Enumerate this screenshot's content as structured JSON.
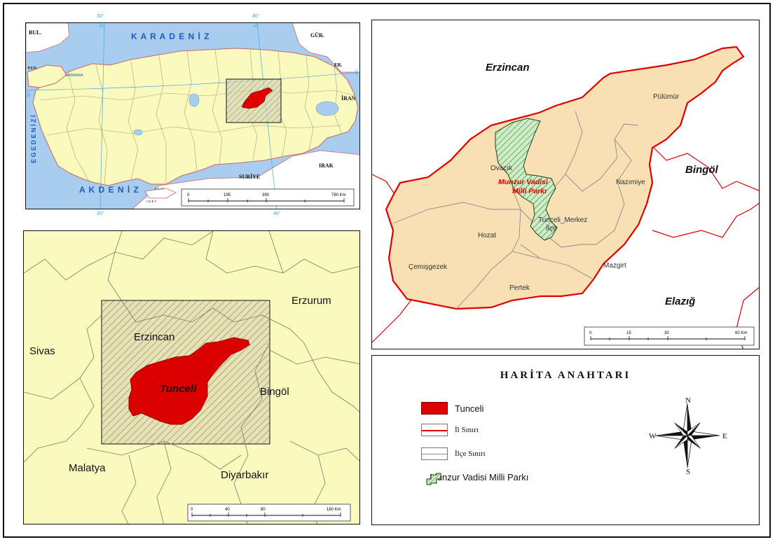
{
  "overview_map": {
    "sea_north": "K A R A D E N İ Z",
    "sea_south": "A K D E N İ Z",
    "sea_west": "E G E  D E N İ Z İ",
    "sea_marmara": "MARMARA",
    "neighbors": {
      "bulgaria": "BUL.",
      "greece": "YUN",
      "georgia": "GÜR.",
      "armenia": "ER.",
      "iran": "İRAN",
      "syria": "SURİYE",
      "iraq": "IRAK",
      "trnc": "K.K.T.C",
      "south_cyprus": "G.K.R.Y"
    },
    "graticule": {
      "lon_30": "30°",
      "lon_40": "40°",
      "lat_40": "40°"
    },
    "scale": {
      "ticks": [
        "0",
        "195",
        "390",
        "780 Km"
      ]
    }
  },
  "regional_map": {
    "provinces": {
      "erzurum": "Erzurum",
      "sivas": "Sivas",
      "erzincan": "Erzincan",
      "bingol": "Bingöl",
      "malatya": "Malatya",
      "diyarbakir": "Diyarbakır",
      "tunceli": "Tunceli"
    },
    "scale": {
      "ticks": [
        "0",
        "40",
        "80",
        "160 Km"
      ]
    }
  },
  "district_map": {
    "neighbors": {
      "erzincan": "Erzincan",
      "bingol": "Bingöl",
      "elazig": "Elazığ"
    },
    "districts": {
      "pulumur": "Pülümür",
      "ovacik": "Ovacık",
      "nazimiye": "Nazımiye",
      "merkez": "Tunceli_Merkez",
      "merkez2": "İlçe",
      "hozat": "Hozat",
      "cemisgezek": "Çemişgezek",
      "mazgirt": "Mazgirt",
      "pertek": "Pertek"
    },
    "park_label_1": "Munzur Vadisi",
    "park_label_2": "Milli Parkı",
    "scale": {
      "ticks": [
        "0",
        "15",
        "30",
        "60 Km"
      ]
    }
  },
  "legend": {
    "title": "HARİTA ANAHTARI",
    "items": [
      {
        "label": "Tunceli"
      },
      {
        "label": "İl Sınırı"
      },
      {
        "label": "İlçe Sınırı"
      },
      {
        "label": "Munzur Vadisi Milli Parkı"
      }
    ],
    "compass": {
      "n": "N",
      "s": "S",
      "e": "E",
      "w": "W"
    }
  },
  "colors": {
    "tunceli_fill": "#e00000",
    "land_fill": "#fafabf",
    "district_fill": "#f9dfb4",
    "sea_fill": "#a8cdee",
    "park_fill": "#cdeec4",
    "province_border": "#e00000",
    "district_border": "#8a8a8a"
  }
}
